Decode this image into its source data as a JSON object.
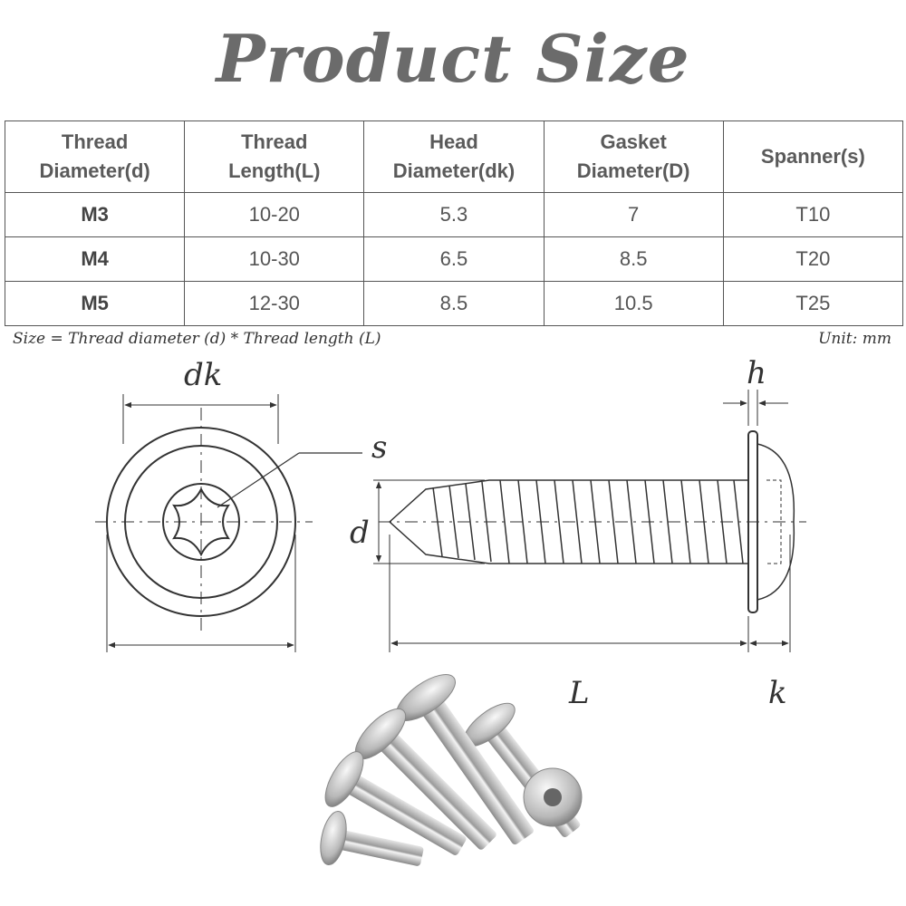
{
  "title": "Product Size",
  "table": {
    "headers": [
      [
        "Thread",
        "Diameter(d)"
      ],
      [
        "Thread",
        "Length(L)"
      ],
      [
        "Head",
        "Diameter(dk)"
      ],
      [
        "Gasket",
        "Diameter(D)"
      ],
      [
        "Spanner(s)"
      ]
    ],
    "rows": [
      [
        "M3",
        "10-20",
        "5.3",
        "7",
        "T10"
      ],
      [
        "M4",
        "10-30",
        "6.5",
        "8.5",
        "T20"
      ],
      [
        "M5",
        "12-30",
        "8.5",
        "10.5",
        "T25"
      ]
    ]
  },
  "notes": {
    "size_formula": "Size = Thread diameter (d) * Thread length (L)",
    "unit": "Unit: mm"
  },
  "dimension_labels": {
    "dk": "dk",
    "s": "s",
    "d": "d",
    "h": "h",
    "L": "L",
    "k": "k"
  },
  "colors": {
    "title": "#6b6b6b",
    "table_text": "#555555",
    "line": "#333333"
  }
}
